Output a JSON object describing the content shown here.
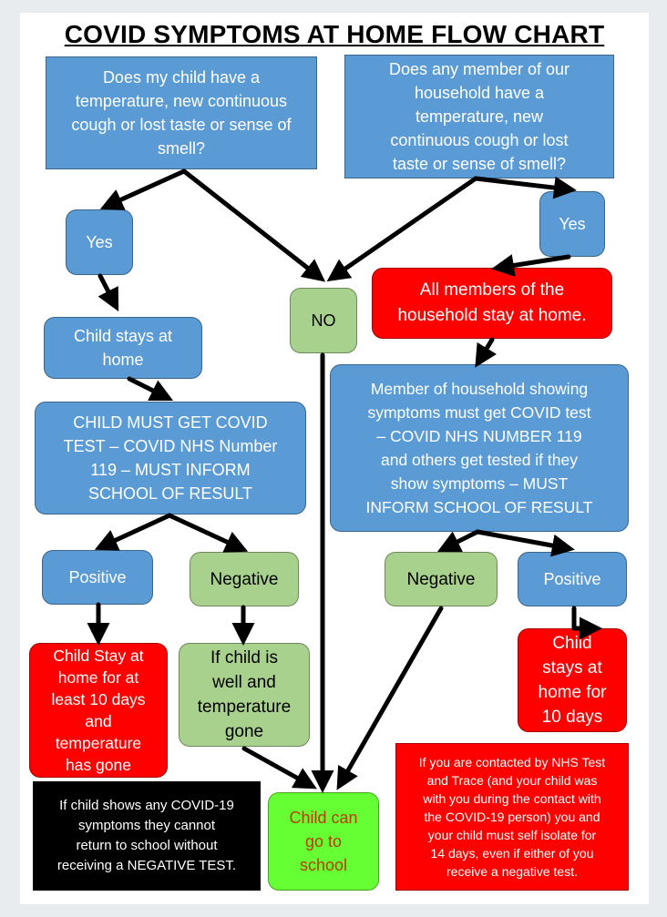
{
  "title": "COVID SYMPTOMS AT HOME FLOW CHART",
  "boxes": {
    "q_child": "Does my child have a\ntemperature, new continuous\ncough or lost taste or sense of\nsmell?",
    "q_household": "Does any member of our\nhousehold have a\ntemperature, new\ncontinuous cough or lost\ntaste or sense of smell?",
    "yes_left": "Yes",
    "yes_right": "Yes",
    "no": "NO",
    "household_stay_home": "All members of the\nhousehold stay at home.",
    "child_stays_home": "Child stays at\nhome",
    "child_test": "CHILD MUST GET COVID\nTEST – COVID NHS Number\n119 – MUST INFORM\nSCHOOL OF RESULT",
    "household_test": "Member of household showing\nsymptoms  must get COVID test\n–  COVID NHS NUMBER 119\nand others get tested if they\nshow symptoms – MUST\nINFORM SCHOOL OF RESULT",
    "positive_left": "Positive",
    "negative_left": "Negative",
    "negative_right": "Negative",
    "positive_right": "Positive",
    "child_stay_10": "Child Stay at\nhome for at\nleast 10 days\nand\ntemperature\nhas gone",
    "child_well": "If child is\nwell and\ntemperature\ngone",
    "child_stays_10_right": "Child\nstays at\nhome for\n10 days",
    "child_school": "Child can\ngo to\nschool",
    "note_symptoms": "If child shows any COVID-19\nsymptoms they cannot\nreturn to school without\nreceiving a NEGATIVE TEST.",
    "note_nhs_trace": "If you are contacted by NHS Test\nand Trace (and your child was\nwith you during the contact with\nthe COVID-19 person) you and\nyour child must self isolate for\n14 days, even if either of you\nreceive a negative test."
  }
}
